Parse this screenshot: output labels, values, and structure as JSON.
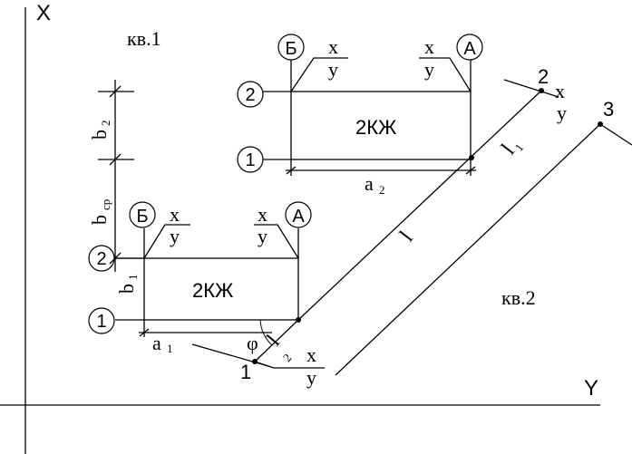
{
  "axes": {
    "x_label": "X",
    "y_label": "Y"
  },
  "quarters": {
    "q1": "кв.1",
    "q2": "кв.2"
  },
  "building_label": "2КЖ",
  "axis_marks": {
    "a": "А",
    "b": "Б",
    "one": "1",
    "two": "2"
  },
  "coord": {
    "x": "x",
    "y": "y"
  },
  "dims": {
    "a1_main": "a",
    "a1_sub": "1",
    "a2_main": "a",
    "a2_sub": "2",
    "b1_main": "b",
    "b1_sub": "1",
    "b2_main": "b",
    "b2_sub": "2",
    "bcp_main": "b",
    "bcp_sub": "cp"
  },
  "points": {
    "p1": "1",
    "p2": "2",
    "p3": "3"
  },
  "segments": {
    "l_main": "l",
    "l1_main": "l",
    "l1_sub": "1",
    "l2_main": "l",
    "l2_sub": "2"
  },
  "angle": "φ"
}
